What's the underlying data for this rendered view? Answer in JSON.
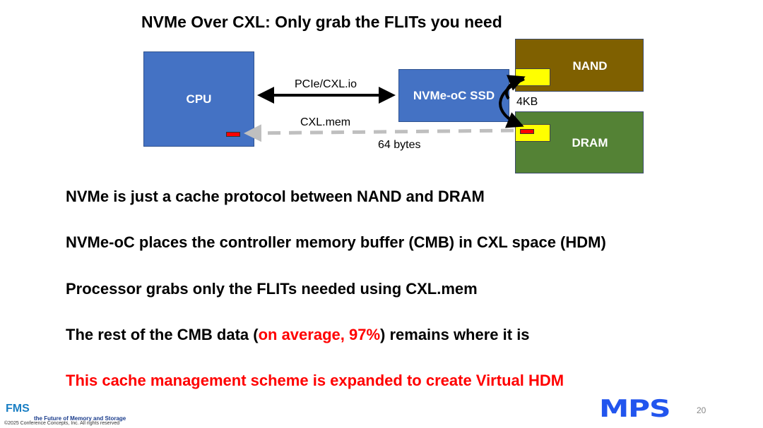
{
  "title": "NVMe Over CXL: Only grab the FLITs you need",
  "diagram": {
    "cpu_label": "CPU",
    "ssd_label": "NVMe-oC SSD",
    "nand_label": "NAND",
    "dram_label": "DRAM",
    "link_io_label": "PCIe/CXL.io",
    "link_mem_label": "CXL.mem",
    "mem_size_label": "64 bytes",
    "block_size_label": "4KB",
    "colors": {
      "cpu": "#4472c4",
      "ssd": "#4472c4",
      "nand": "#7f6000",
      "dram": "#548235",
      "buffer": "#ffff00",
      "flit": "#ff0000",
      "dashed_arrow": "#bfbfbf"
    }
  },
  "bullets": [
    {
      "text": "NVMe is just a cache protocol between NAND and DRAM"
    },
    {
      "text": "NVMe-oC places the controller memory buffer (CMB) in CXL space (HDM)"
    },
    {
      "text": "Processor grabs only the FLITs needed using CXL.mem"
    },
    {
      "pre": "The rest of the CMB data (",
      "highlight": "on average, 97%",
      "post": ") remains where it is"
    },
    {
      "text": "This cache management scheme is expanded to create Virtual HDM",
      "color": "#ff0000"
    }
  ],
  "footer": {
    "fms_logo": "FMS",
    "tagline": "the Future of Memory and Storage",
    "copyright": "©2025 Conference Concepts, Inc.  All rights reserved",
    "sponsor_logo": "MPS",
    "page_number": "20"
  }
}
